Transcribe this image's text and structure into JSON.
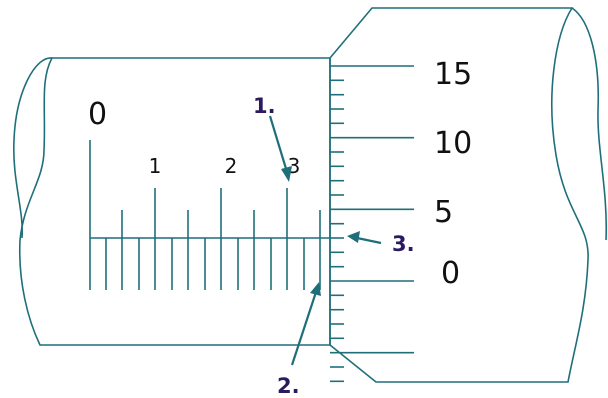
{
  "sleeve": {
    "zero_label": "0",
    "numbers": [
      "1",
      "2",
      "3"
    ]
  },
  "thimble": {
    "numbers": [
      {
        "text": "15",
        "value": 15
      },
      {
        "text": "10",
        "value": 10
      },
      {
        "text": "5",
        "value": 5
      },
      {
        "text": "0",
        "value": 0
      }
    ],
    "minor_ticks_visible": 22
  },
  "callouts": [
    {
      "label": "1."
    },
    {
      "label": "2."
    },
    {
      "label": "3."
    }
  ],
  "colors": {
    "line": "#1f6f7a",
    "callout_text": "#2b1a5e",
    "numbers": "#111111"
  }
}
